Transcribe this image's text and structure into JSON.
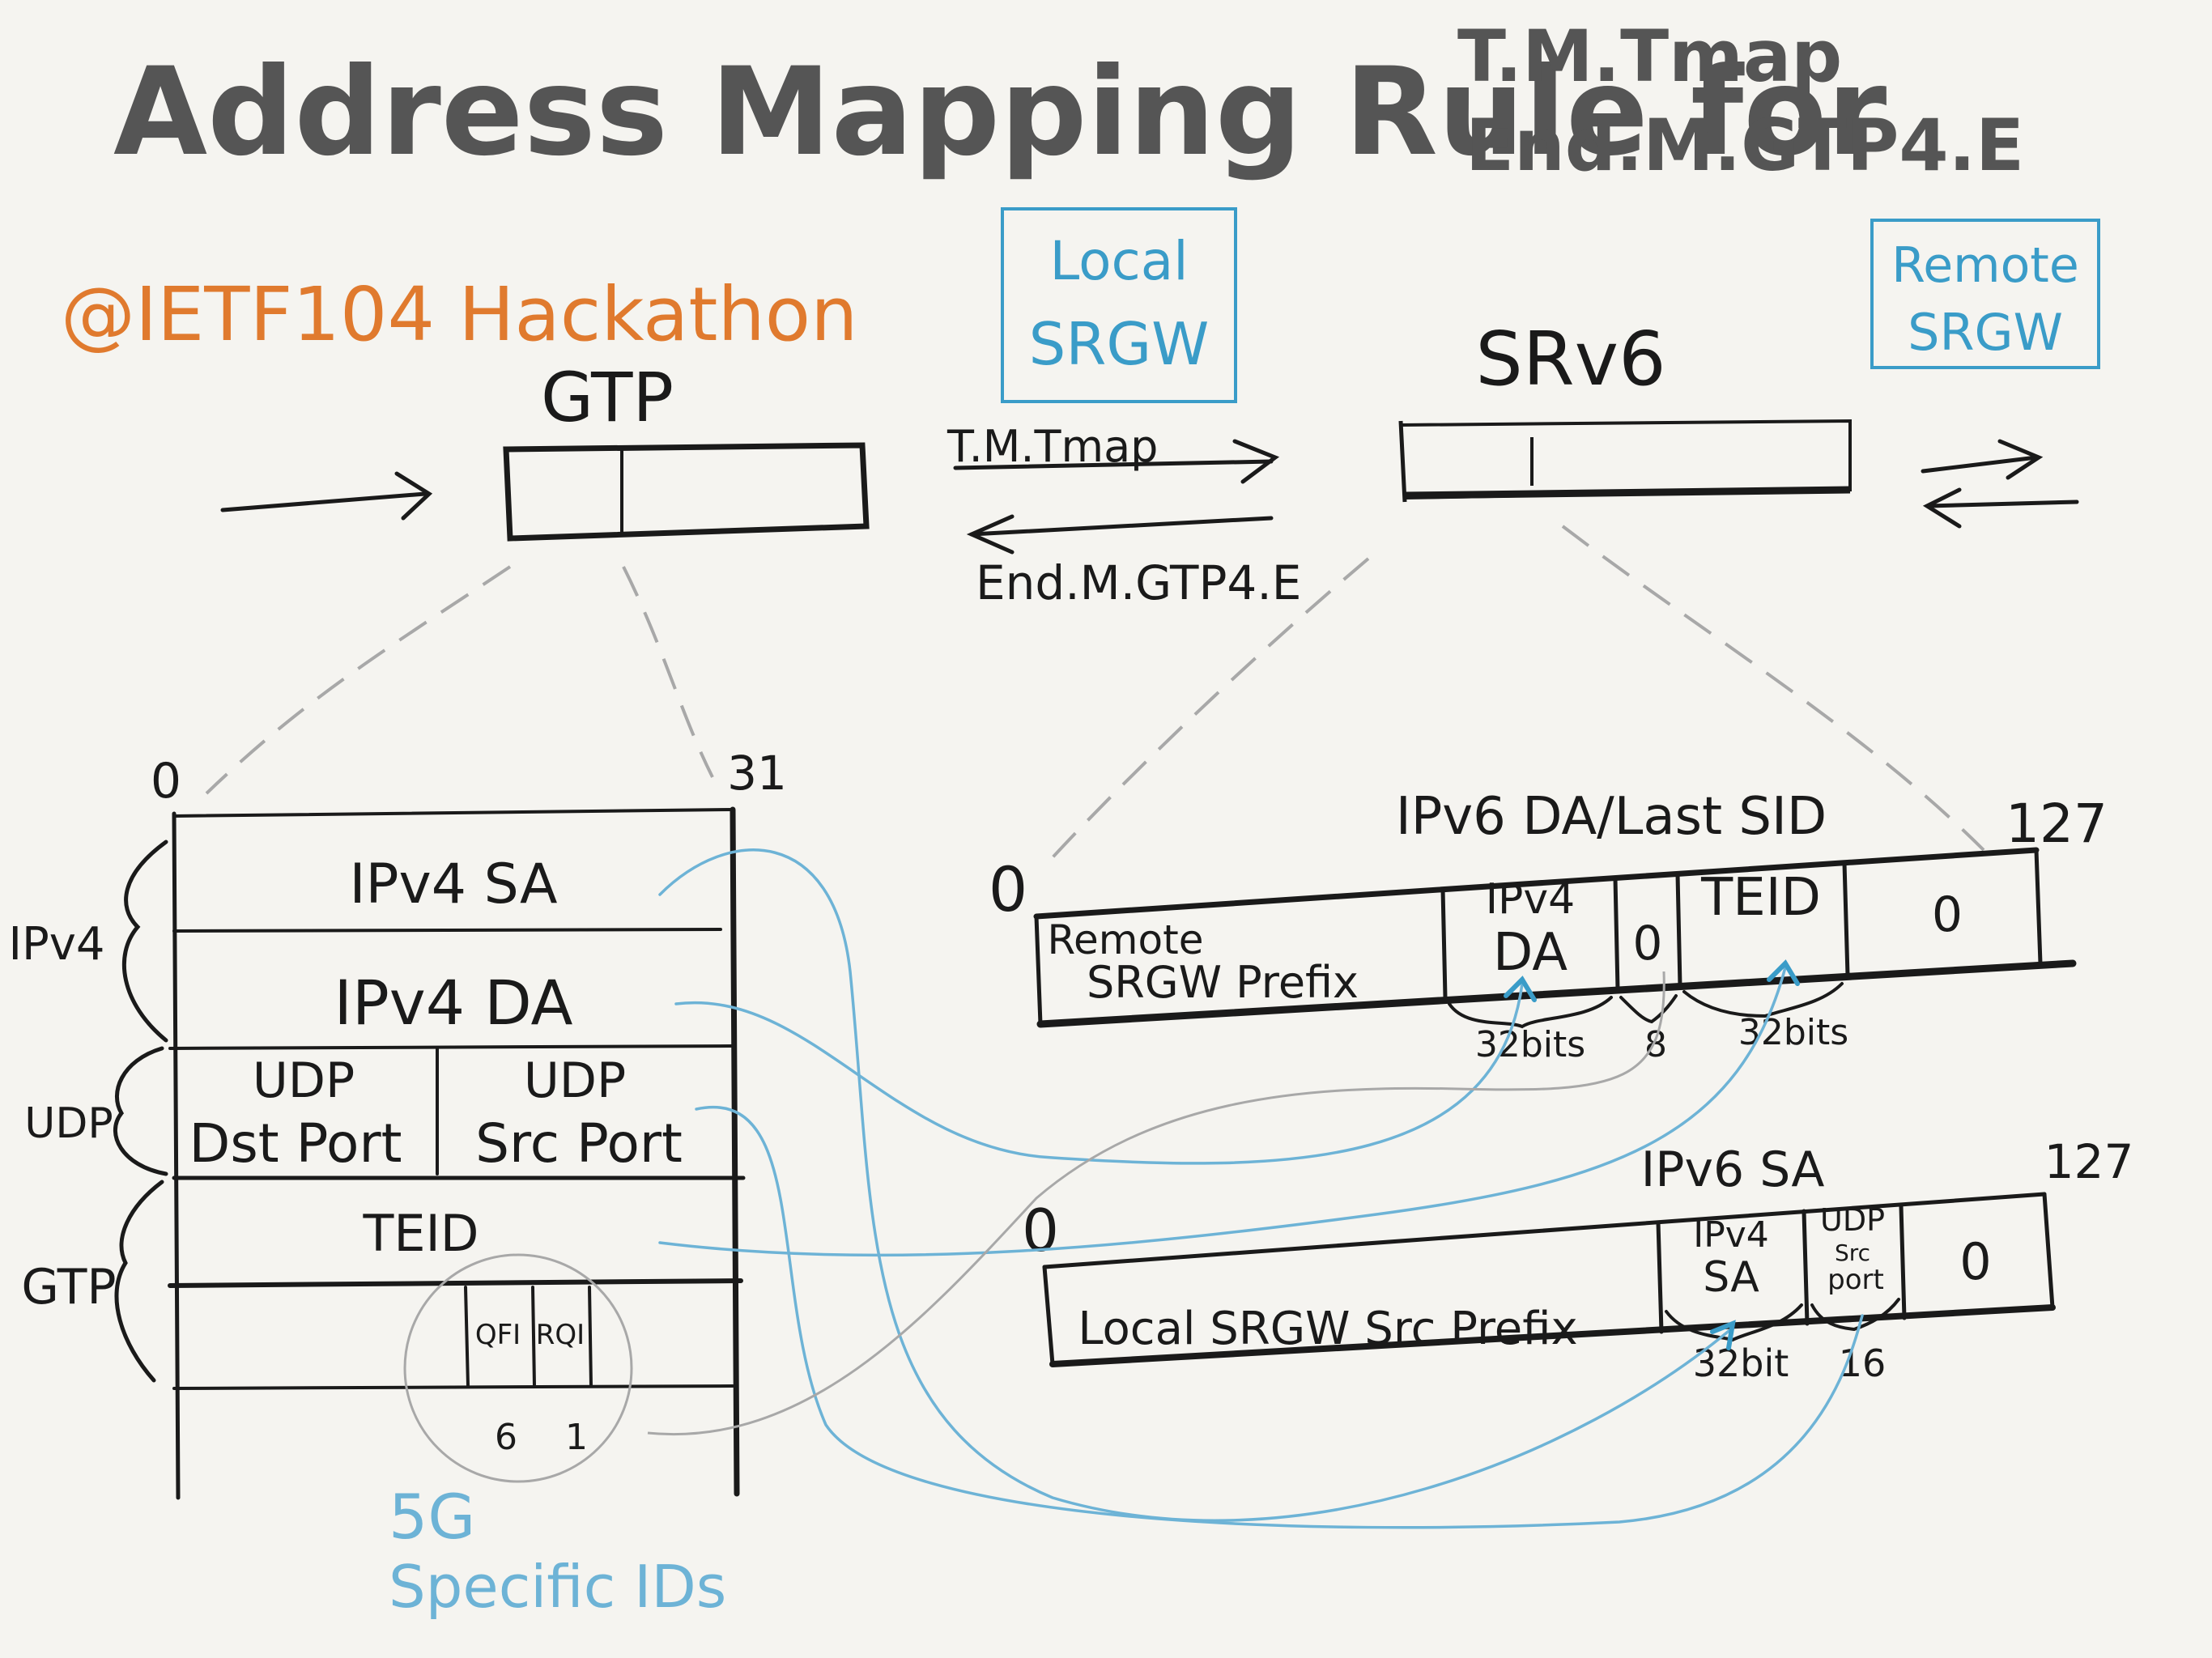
{
  "title": {
    "main": "Address Mapping Rule for",
    "line1": "T.M.Tmap",
    "line2": "End.M.GTP4.E"
  },
  "event": "@IETF104 Hackathon",
  "local_box": {
    "line1": "Local",
    "line2": "SRGW"
  },
  "remote_box": {
    "line1": "Remote",
    "line2": "SRGW"
  },
  "gtp_label": "GTP",
  "srv6_label": "SRv6",
  "arrow_top_label": "T.M.Tmap",
  "arrow_bottom_label": "End.M.GTP4.E",
  "gtp_header": {
    "bit_start": "0",
    "bit_end": "31",
    "group_ipv4": "IPv4",
    "group_udp": "UDP",
    "group_gtp": "GTP",
    "ipv4_sa": "IPv4 SA",
    "ipv4_da": "IPv4 DA",
    "udp_dst_line1": "UDP",
    "udp_dst_line2": "Dst Port",
    "udp_src_line1": "UDP",
    "udp_src_line2": "Src Port",
    "teid": "TEID",
    "qfi": "QFI",
    "rqi": "RQI",
    "qfi_bits": "6",
    "rqi_bits": "1"
  },
  "fiveg_note": {
    "line1": "5G",
    "line2": "Specific IDs"
  },
  "ipv6_da": {
    "title": "IPv6 DA/Last SID",
    "bit_start": "0",
    "bit_end": "127",
    "prefix_line1": "Remote",
    "prefix_line2": "SRGW Prefix",
    "ipv4_line1": "IPv4",
    "ipv4_line2": "DA",
    "zero1": "0",
    "teid": "TEID",
    "zero2": "0",
    "bits_ipv4": "32bits",
    "bits_zero": "8",
    "bits_teid": "32bits"
  },
  "ipv6_sa": {
    "title": "IPv6 SA",
    "bit_start": "0",
    "bit_end": "127",
    "prefix": "Local SRGW Src Prefix",
    "ipv4_line1": "IPv4",
    "ipv4_line2": "SA",
    "udp_line1": "UDP",
    "udp_line2": "Src",
    "udp_line3": "port",
    "zero": "0",
    "bits_ipv4": "32bit",
    "bits_udp": "16"
  },
  "colors": {
    "ink": "#1a1a1a",
    "title_gray": "#5a5a5a",
    "orange": "#e07a2e",
    "blue": "#3a9cc8",
    "light_blue": "#6db3d6",
    "gray_line": "#a8a8a8"
  }
}
